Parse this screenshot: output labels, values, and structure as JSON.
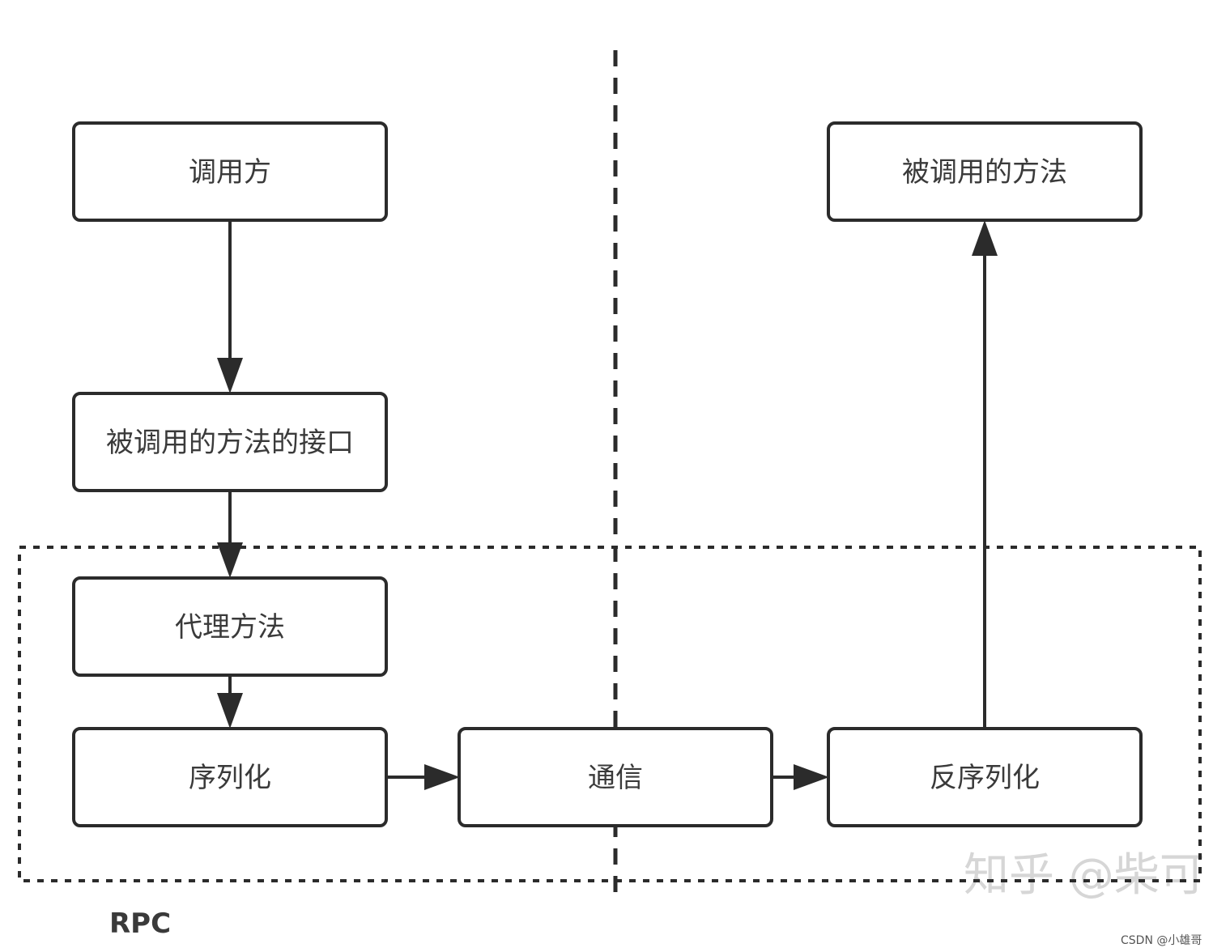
{
  "nodes": {
    "caller": "调用方",
    "interface": "被调用的方法的接口",
    "proxy": "代理方法",
    "serialize": "序列化",
    "communication": "通信",
    "deserialize": "反序列化",
    "callee": "被调用的方法"
  },
  "group_label": "RPC",
  "watermark": {
    "main": "知乎 @柴可",
    "credit": "CSDN @小雄哥"
  },
  "colors": {
    "stroke": "#2b2b2b",
    "text": "#3a3a3a",
    "background": "#ffffff"
  }
}
